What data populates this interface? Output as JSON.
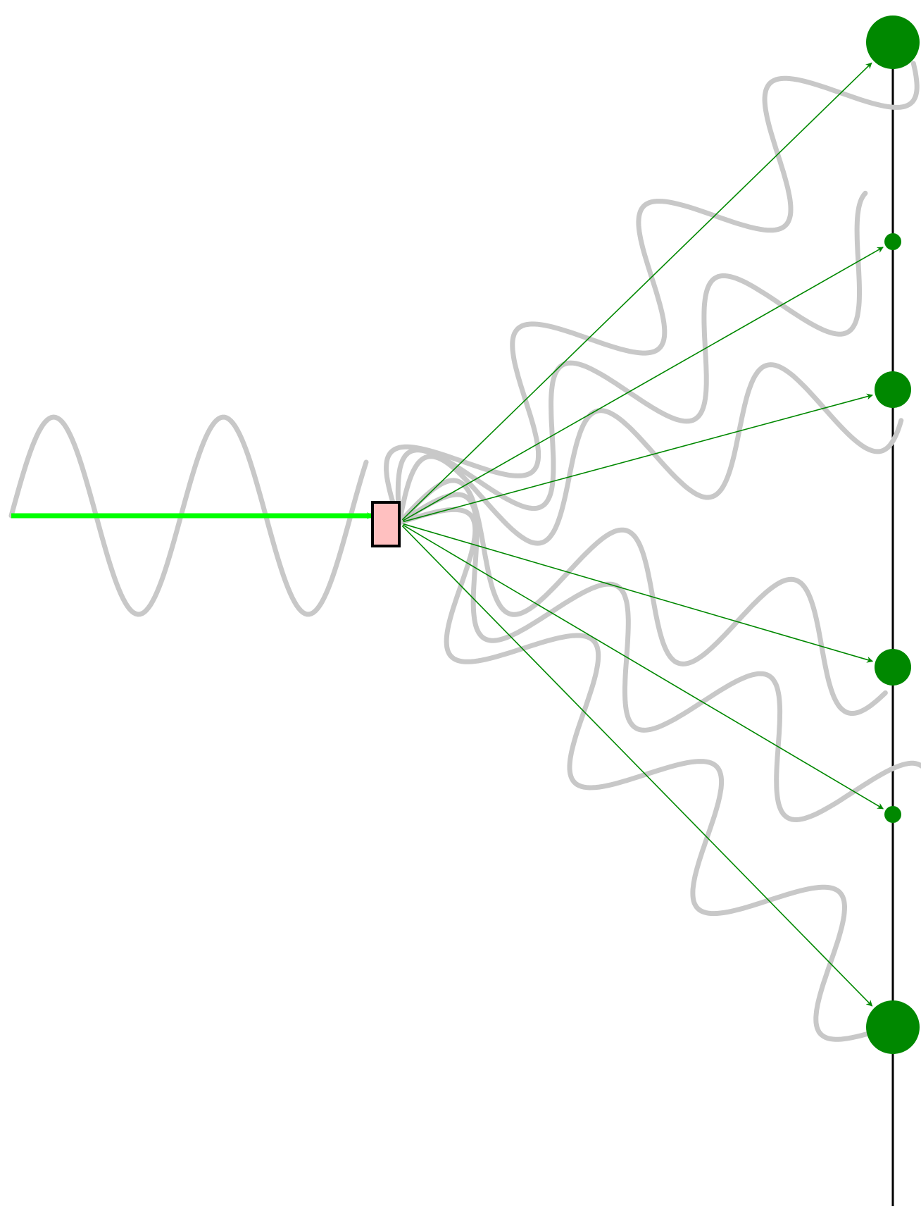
{
  "diagram": {
    "kind": "wave diffraction diagram (no text labels)",
    "colors": {
      "background": "#ffffff",
      "incident_arrow": "#00ff00",
      "scattered_arrows": "#008800",
      "detector_spots": "#008800",
      "waves": "#c8c8c8",
      "scatterer_fill": "#ffc0c0",
      "scatterer_stroke": "#000000",
      "screen": "#000000"
    },
    "incident_wave": {
      "cycles_shown": 2
    },
    "scattered_beams": [
      {
        "id": "beam-1",
        "relative_intensity": "strong"
      },
      {
        "id": "beam-2",
        "relative_intensity": "weak"
      },
      {
        "id": "beam-3",
        "relative_intensity": "medium"
      },
      {
        "id": "beam-4",
        "relative_intensity": "medium"
      },
      {
        "id": "beam-5",
        "relative_intensity": "weak"
      },
      {
        "id": "beam-6",
        "relative_intensity": "strong"
      }
    ]
  }
}
